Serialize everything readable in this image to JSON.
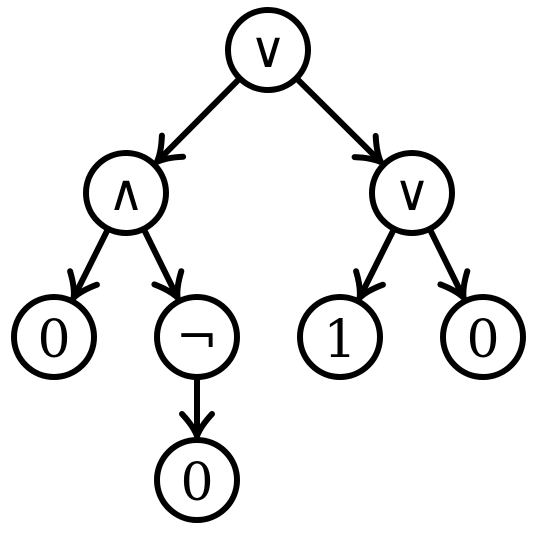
{
  "tree": {
    "nodes": [
      {
        "id": "root",
        "label": "∨",
        "kind": "operator"
      },
      {
        "id": "and",
        "label": "∧",
        "kind": "operator"
      },
      {
        "id": "or",
        "label": "∨",
        "kind": "operator"
      },
      {
        "id": "leaf-a",
        "label": "0",
        "kind": "constant"
      },
      {
        "id": "not",
        "label": "¬",
        "kind": "operator"
      },
      {
        "id": "leaf-b",
        "label": "1",
        "kind": "constant"
      },
      {
        "id": "leaf-c",
        "label": "0",
        "kind": "constant"
      },
      {
        "id": "leaf-d",
        "label": "0",
        "kind": "constant"
      }
    ],
    "edges": [
      {
        "from": "root",
        "to": "and"
      },
      {
        "from": "root",
        "to": "or"
      },
      {
        "from": "and",
        "to": "leaf-a"
      },
      {
        "from": "and",
        "to": "not"
      },
      {
        "from": "or",
        "to": "leaf-b"
      },
      {
        "from": "or",
        "to": "leaf-c"
      },
      {
        "from": "not",
        "to": "leaf-d"
      }
    ]
  }
}
